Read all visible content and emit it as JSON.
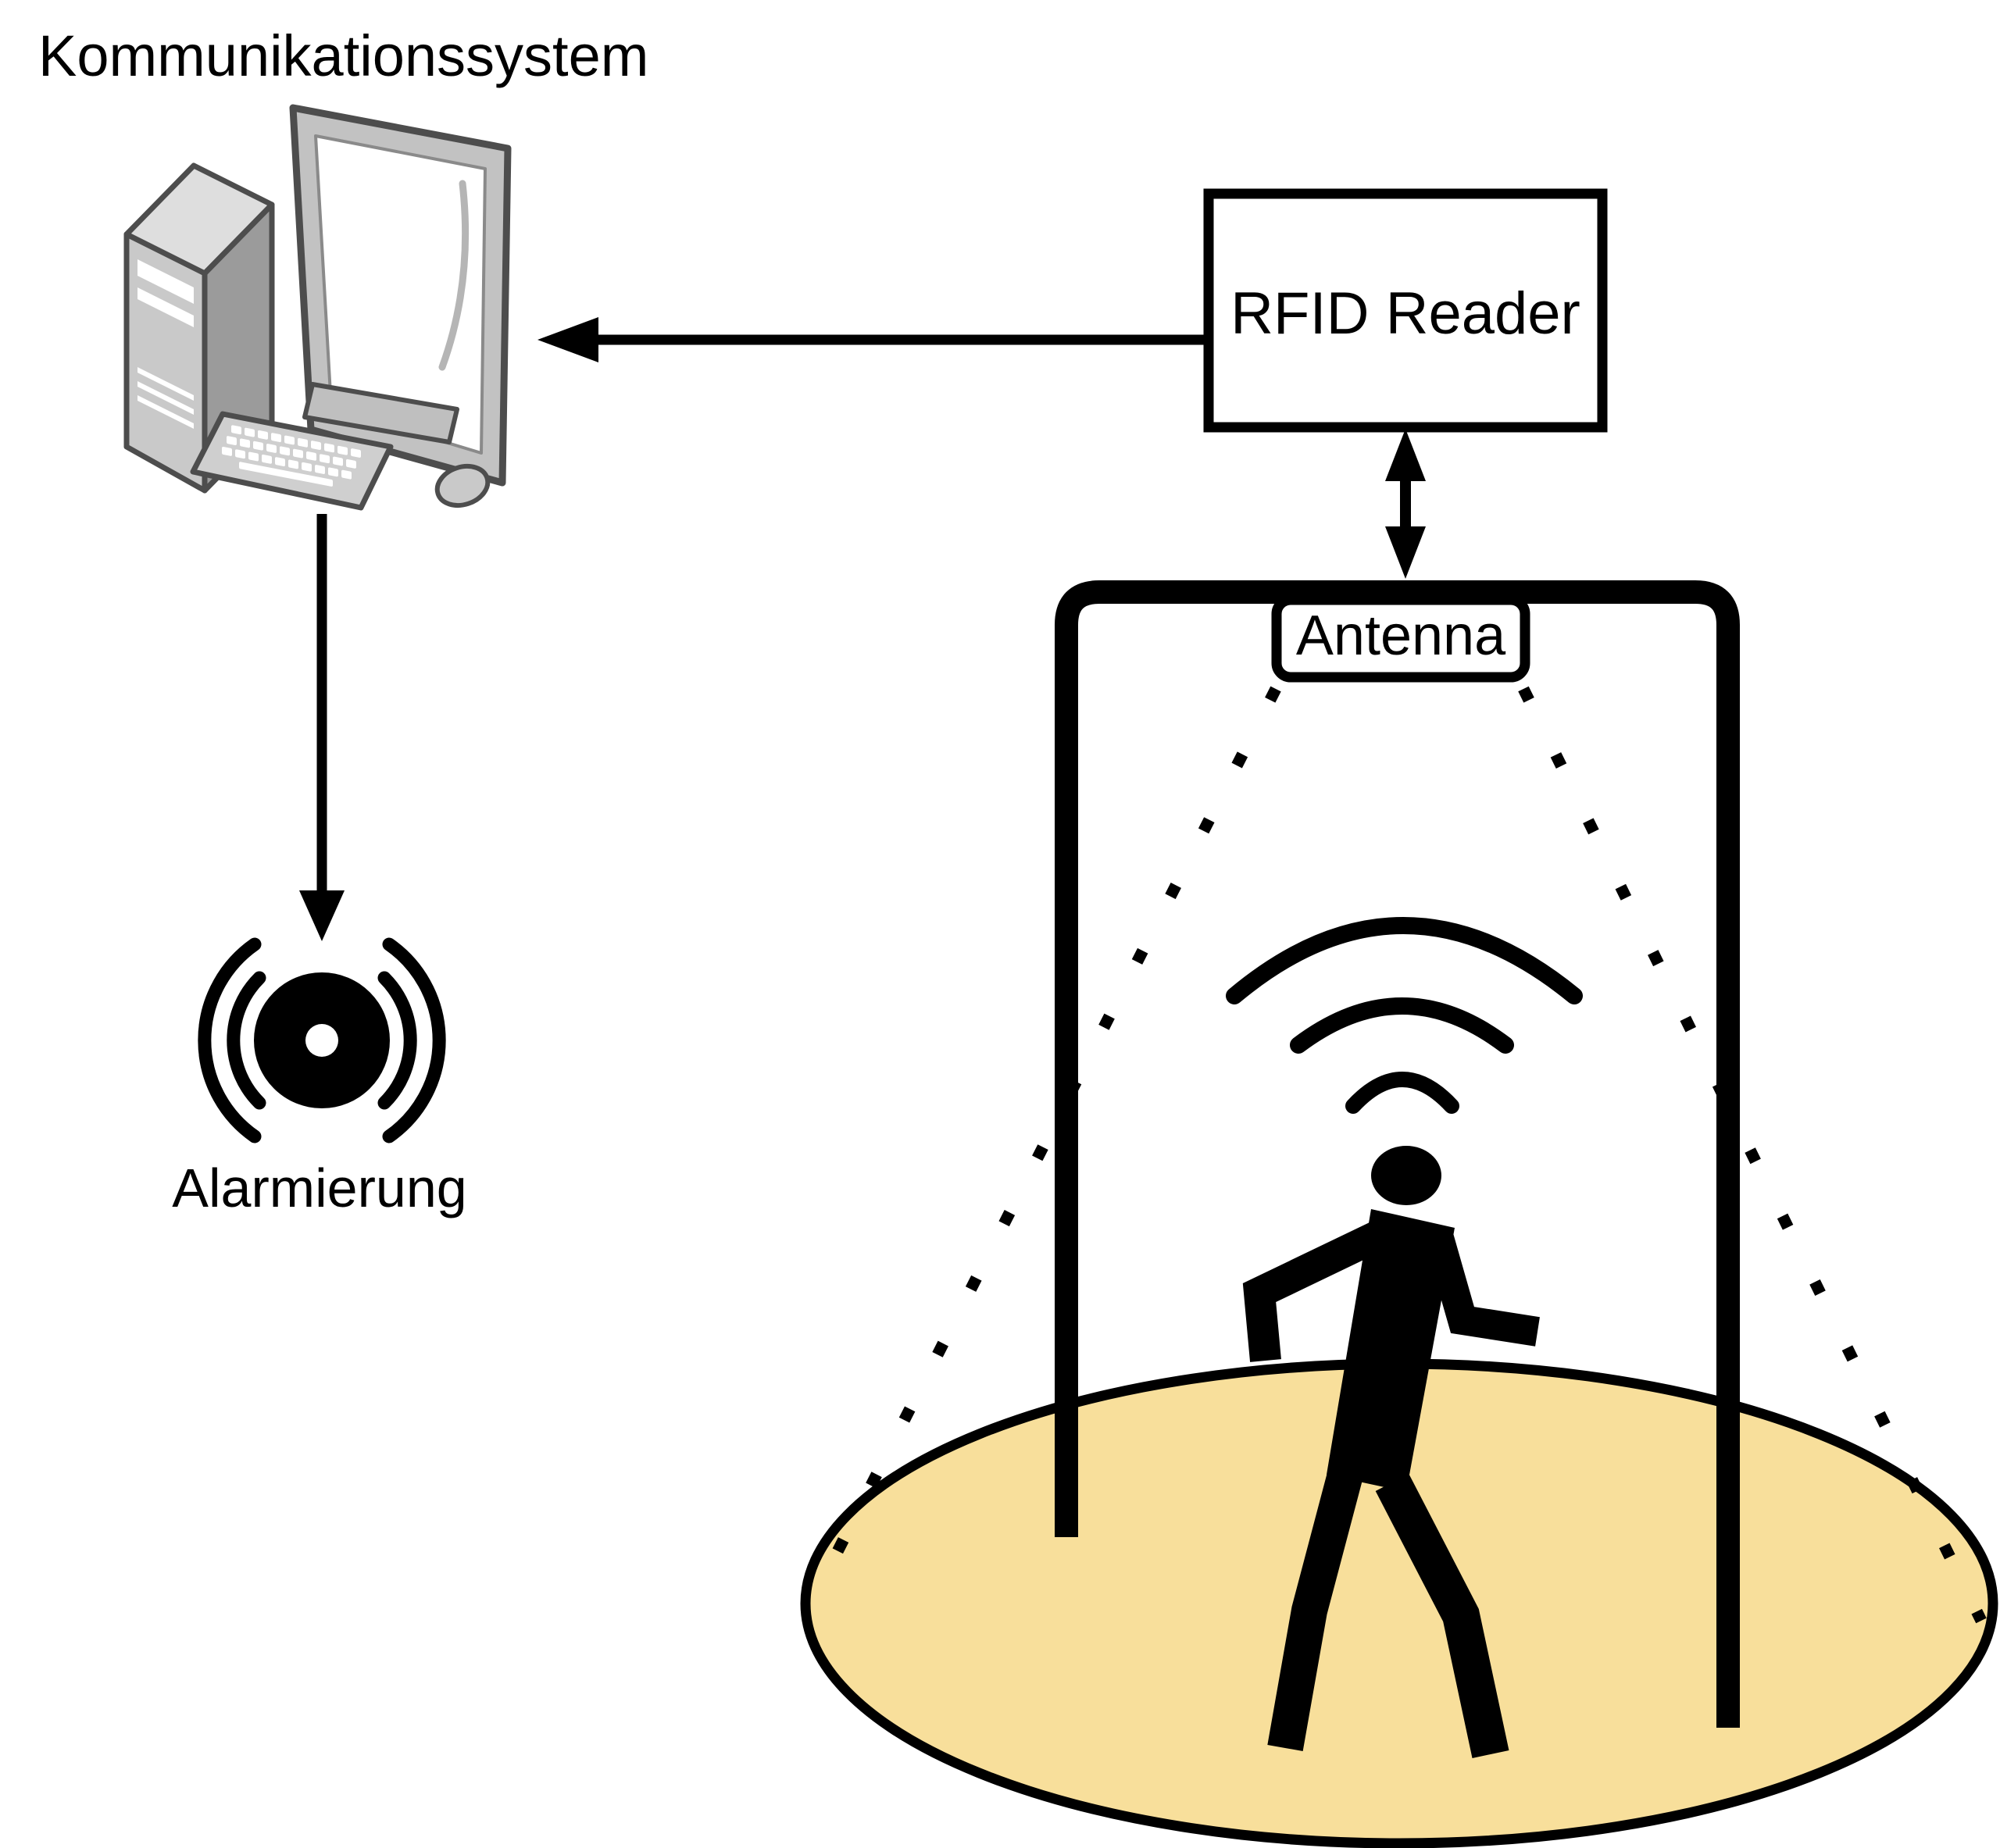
{
  "diagram": {
    "labels": {
      "communication_system": "Kommunikationssystem",
      "rfid_reader": "RFID Reader",
      "antenna": "Antenna",
      "alarm": "Alarmierung"
    },
    "colors": {
      "background": "#ffffff",
      "stroke": "#000000",
      "detection_zone_fill": "#F8DF9B"
    }
  }
}
